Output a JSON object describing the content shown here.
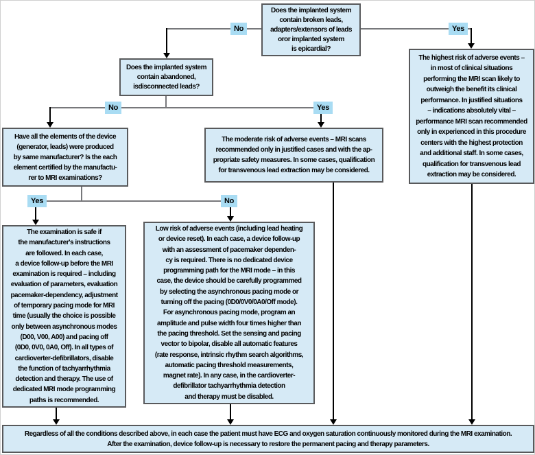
{
  "diagram": {
    "type": "flowchart",
    "labels": {
      "yes": "Yes",
      "no": "No"
    },
    "colors": {
      "box_fill": "#d6eaf6",
      "label_fill": "#a9dcf3",
      "box_border": "#58595b",
      "connector": "#77787b",
      "arrow": "#000000"
    },
    "nodes": {
      "q_broken": {
        "text": "Does the implanted system\ncontain broken leads,\nadapters/extensors of leads\noror implanted system\nis epicardial?"
      },
      "q_abandoned": {
        "text": "Does the implanted system\ncontain abandoned,\nisdisconnected leads?"
      },
      "q_manufacturer": {
        "text": "Have all the elements of the device\n(generator, leads) were produced\nby same manufacturer? Is the each\nelement certified by the manufactu-\nrer to MRI examinations?"
      },
      "outcome_highest_risk": {
        "text": "The highest risk of adverse events –\nin most of clinical situations\nperforming the MRI scan likely to\noutweigh the benefit its clinical\nperformance. In justified situations\n– indications absolutely vital –\nperformance MRI scan recommended\nonly in experienced in this procedure\ncenters with the highest protection\nand additional staff. In some cases,\nqualification for transvenous lead\nextraction may be considered."
      },
      "outcome_moderate_risk": {
        "text": "The moderate risk of adverse events – MRI scans\nrecommended only in justified cases and with the ap-\npropriate safety measures. In some cases, qualification\nfor transvenous lead extraction may be considered."
      },
      "outcome_safe": {
        "text": "The examination is safe if\nthe manufacturer's instructions\nare followed. In each case,\na device follow-up before the MRI\nexamination is required – including\nevaluation of parameters, evaluation\npacemaker-dependency, adjustment\nof temporary pacing mode for MRI\ntime (usually the choice is possible\nonly between asynchronous modes\n(D00, V00, A00) and pacing off\n(0D0, 0V0, 0A0, Off). In all types of\ncardioverter-defibrillators, disable\nthe function of tachyarrhythmia\ndetection and therapy. The use of\ndedicated MRI mode programming\npaths is recommended."
      },
      "outcome_low_risk": {
        "text": "Low risk of adverse events (including lead heating\nor device reset). In each case, a device follow-up\nwith an assessment of pacemaker dependen-\ncy is required. There is no dedicated device\nprogramming path for the MRI mode – in this\ncase, the device should be carefully programmed\nby selecting the asynchronous pacing mode or\nturning off the pacing (0D0/0V0/0A0/Off mode).\nFor asynchronous pacing mode, program an\namplitude and pulse width four times higher than\nthe pacing threshold. Set the sensing and pacing\nvector to bipolar, disable all automatic features\n(rate response, intrinsic rhythm search algorithms,\nautomatic pacing threshold measurements,\nmagnet rate). In any case, in the cardioverter-\ndefibrillator tachyarrhythmia detection\nand therapy must be disabled."
      },
      "footer": {
        "text": "Regardless of all the conditions described above, in each case the patient must have ECG and oxygen saturation continuously monitored during the MRI examination.\nAfter the examination, device follow-up is necessary to restore the permanent pacing and therapy parameters."
      }
    }
  }
}
